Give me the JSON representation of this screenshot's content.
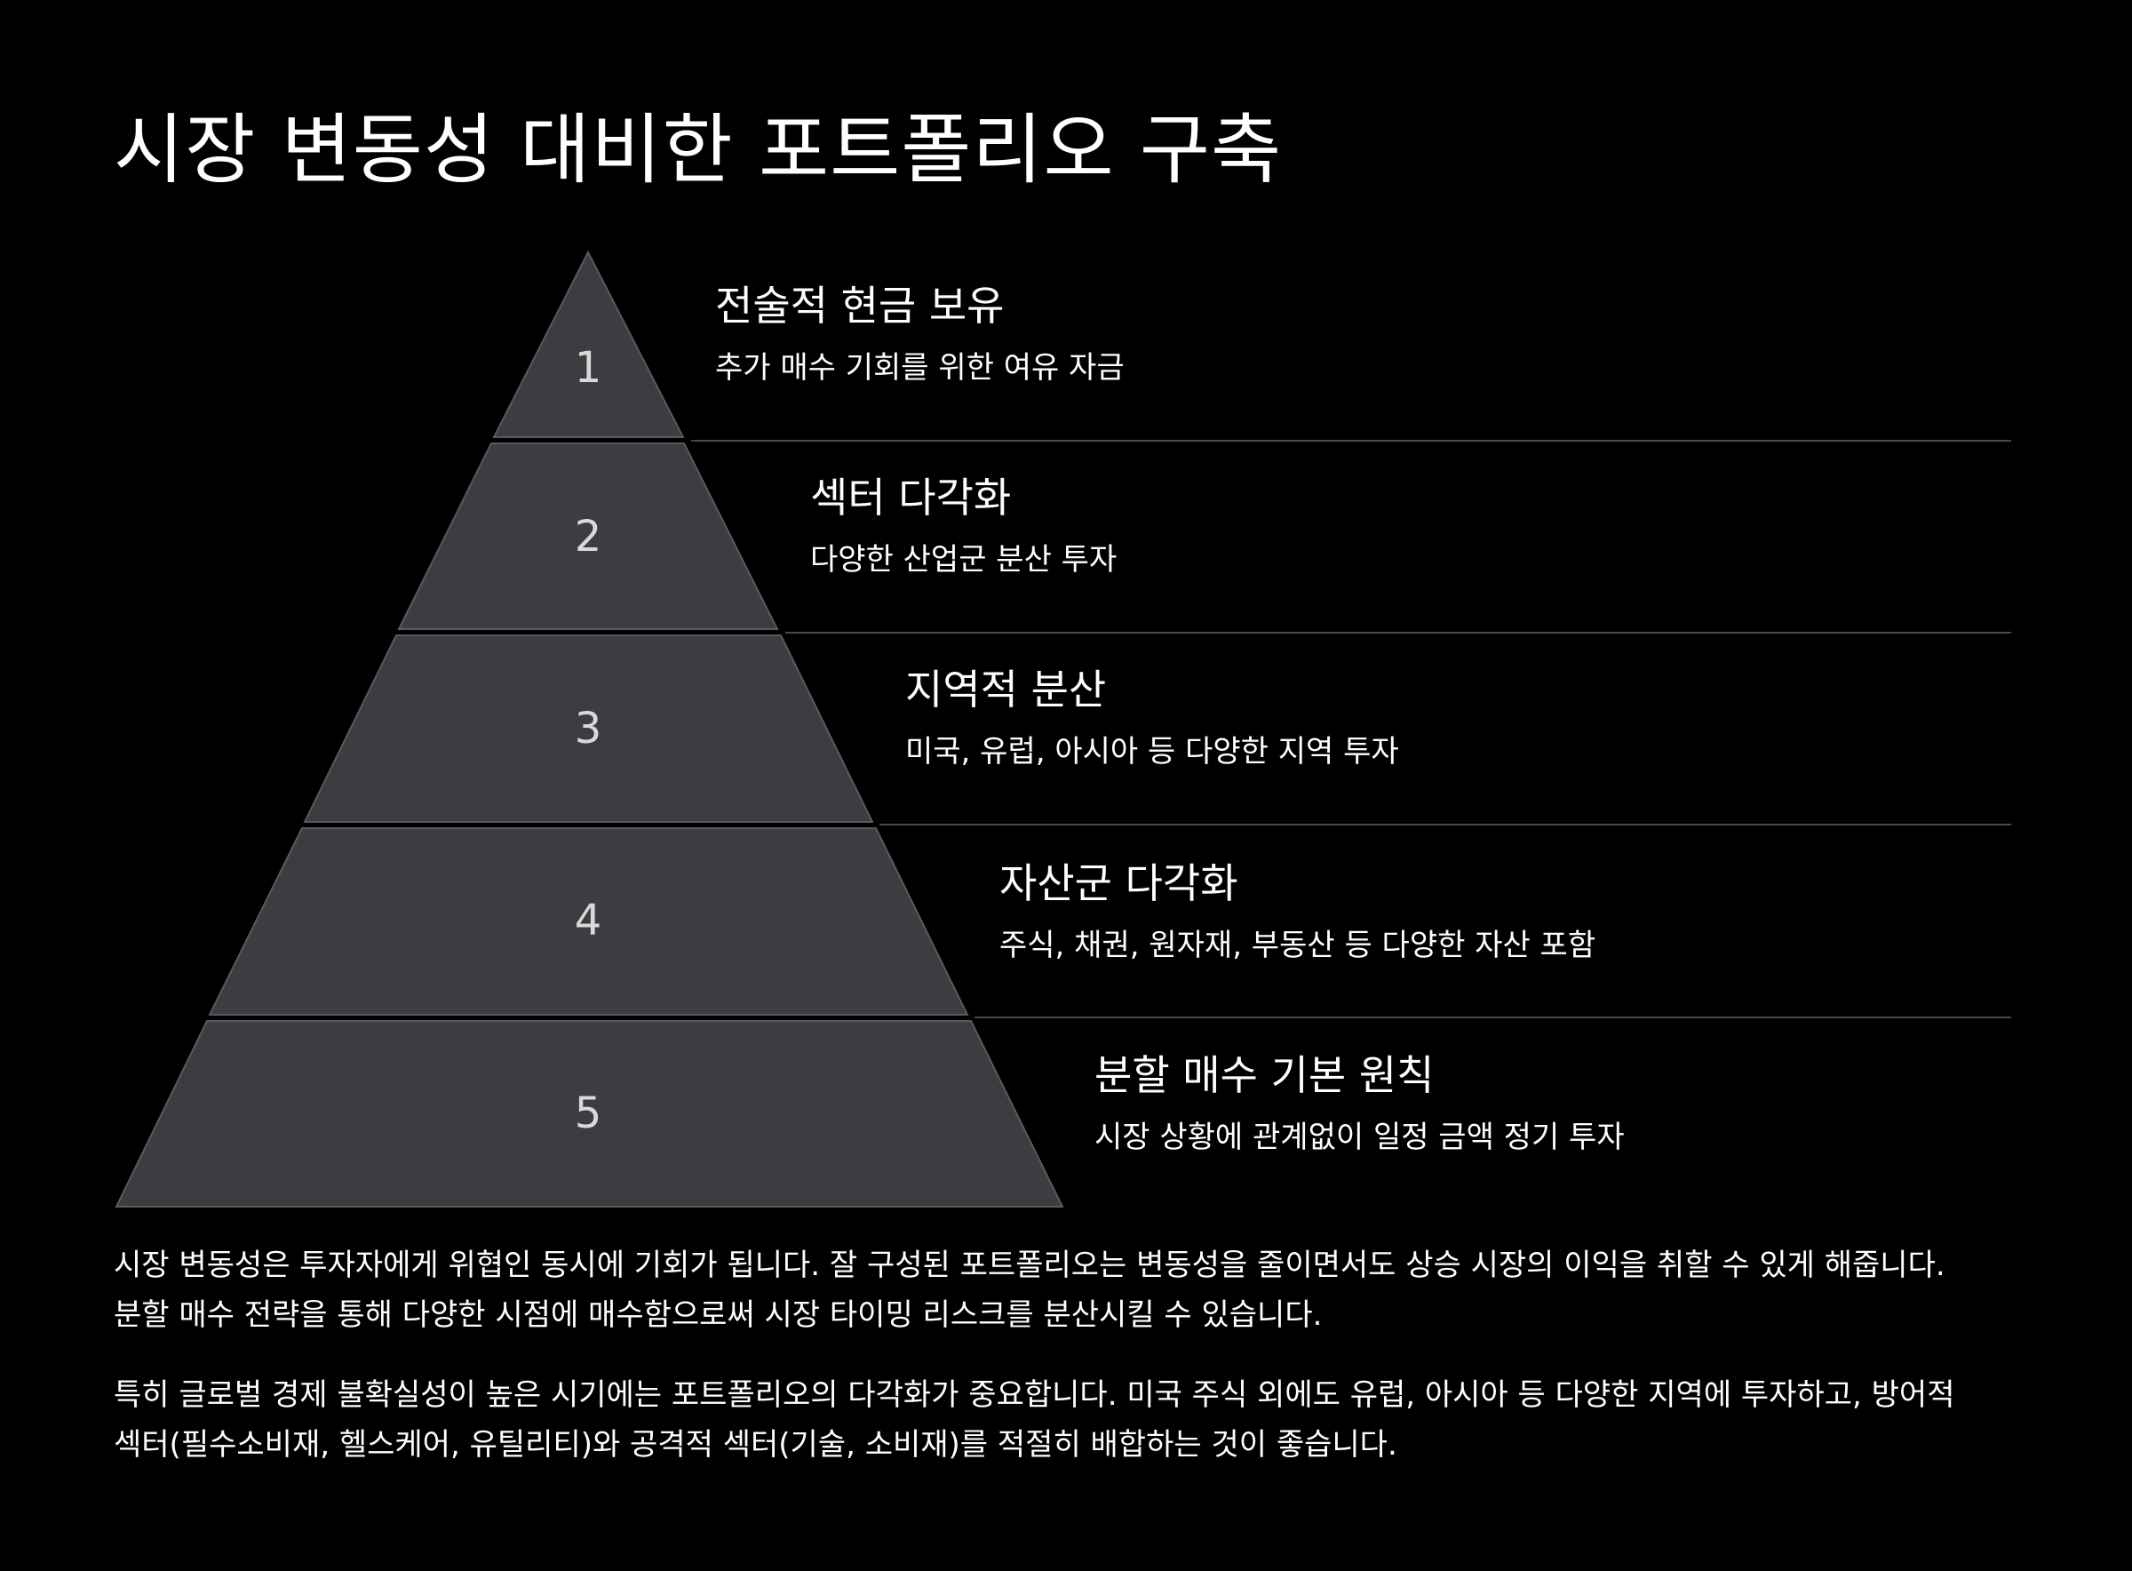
{
  "title": "시장 변동성 대비한 포트폴리오 구축",
  "colors": {
    "background": "#000000",
    "tier_fill": "#3d3c41",
    "tier_stroke": "#5a595e",
    "divider": "#4a4a4a",
    "text": "#ffffff"
  },
  "tiers": [
    {
      "number": "1",
      "heading": "전술적 현금 보유",
      "description": "추가 매수 기회를 위한 여유 자금"
    },
    {
      "number": "2",
      "heading": "섹터 다각화",
      "description": "다양한 산업군 분산 투자"
    },
    {
      "number": "3",
      "heading": "지역적 분산",
      "description": "미국, 유럽, 아시아 등 다양한 지역 투자"
    },
    {
      "number": "4",
      "heading": "자산군 다각화",
      "description": "주식, 채권, 원자재, 부동산 등 다양한 자산 포함"
    },
    {
      "number": "5",
      "heading": "분할 매수 기본 원칙",
      "description": "시장 상황에 관계없이 일정 금액 정기 투자"
    }
  ],
  "paragraphs": [
    {
      "line1": "시장 변동성은 투자자에게 위협인 동시에 기회가 됩니다. 잘 구성된 포트폴리오는 변동성을 줄이면서도 상승 시장의 이익을 취할 수 있게 해줍니다.",
      "line2": "분할 매수 전략을 통해 다양한 시점에 매수함으로써 시장 타이밍 리스크를 분산시킬 수 있습니다."
    },
    {
      "line1": "특히 글로벌 경제 불확실성이 높은 시기에는 포트폴리오의 다각화가 중요합니다. 미국 주식 외에도 유럽, 아시아 등 다양한 지역에 투자하고, 방어적",
      "line2": "섹터(필수소비재, 헬스케어, 유틸리티)와 공격적 섹터(기술, 소비재)를 적절히 배합하는 것이 좋습니다."
    }
  ]
}
